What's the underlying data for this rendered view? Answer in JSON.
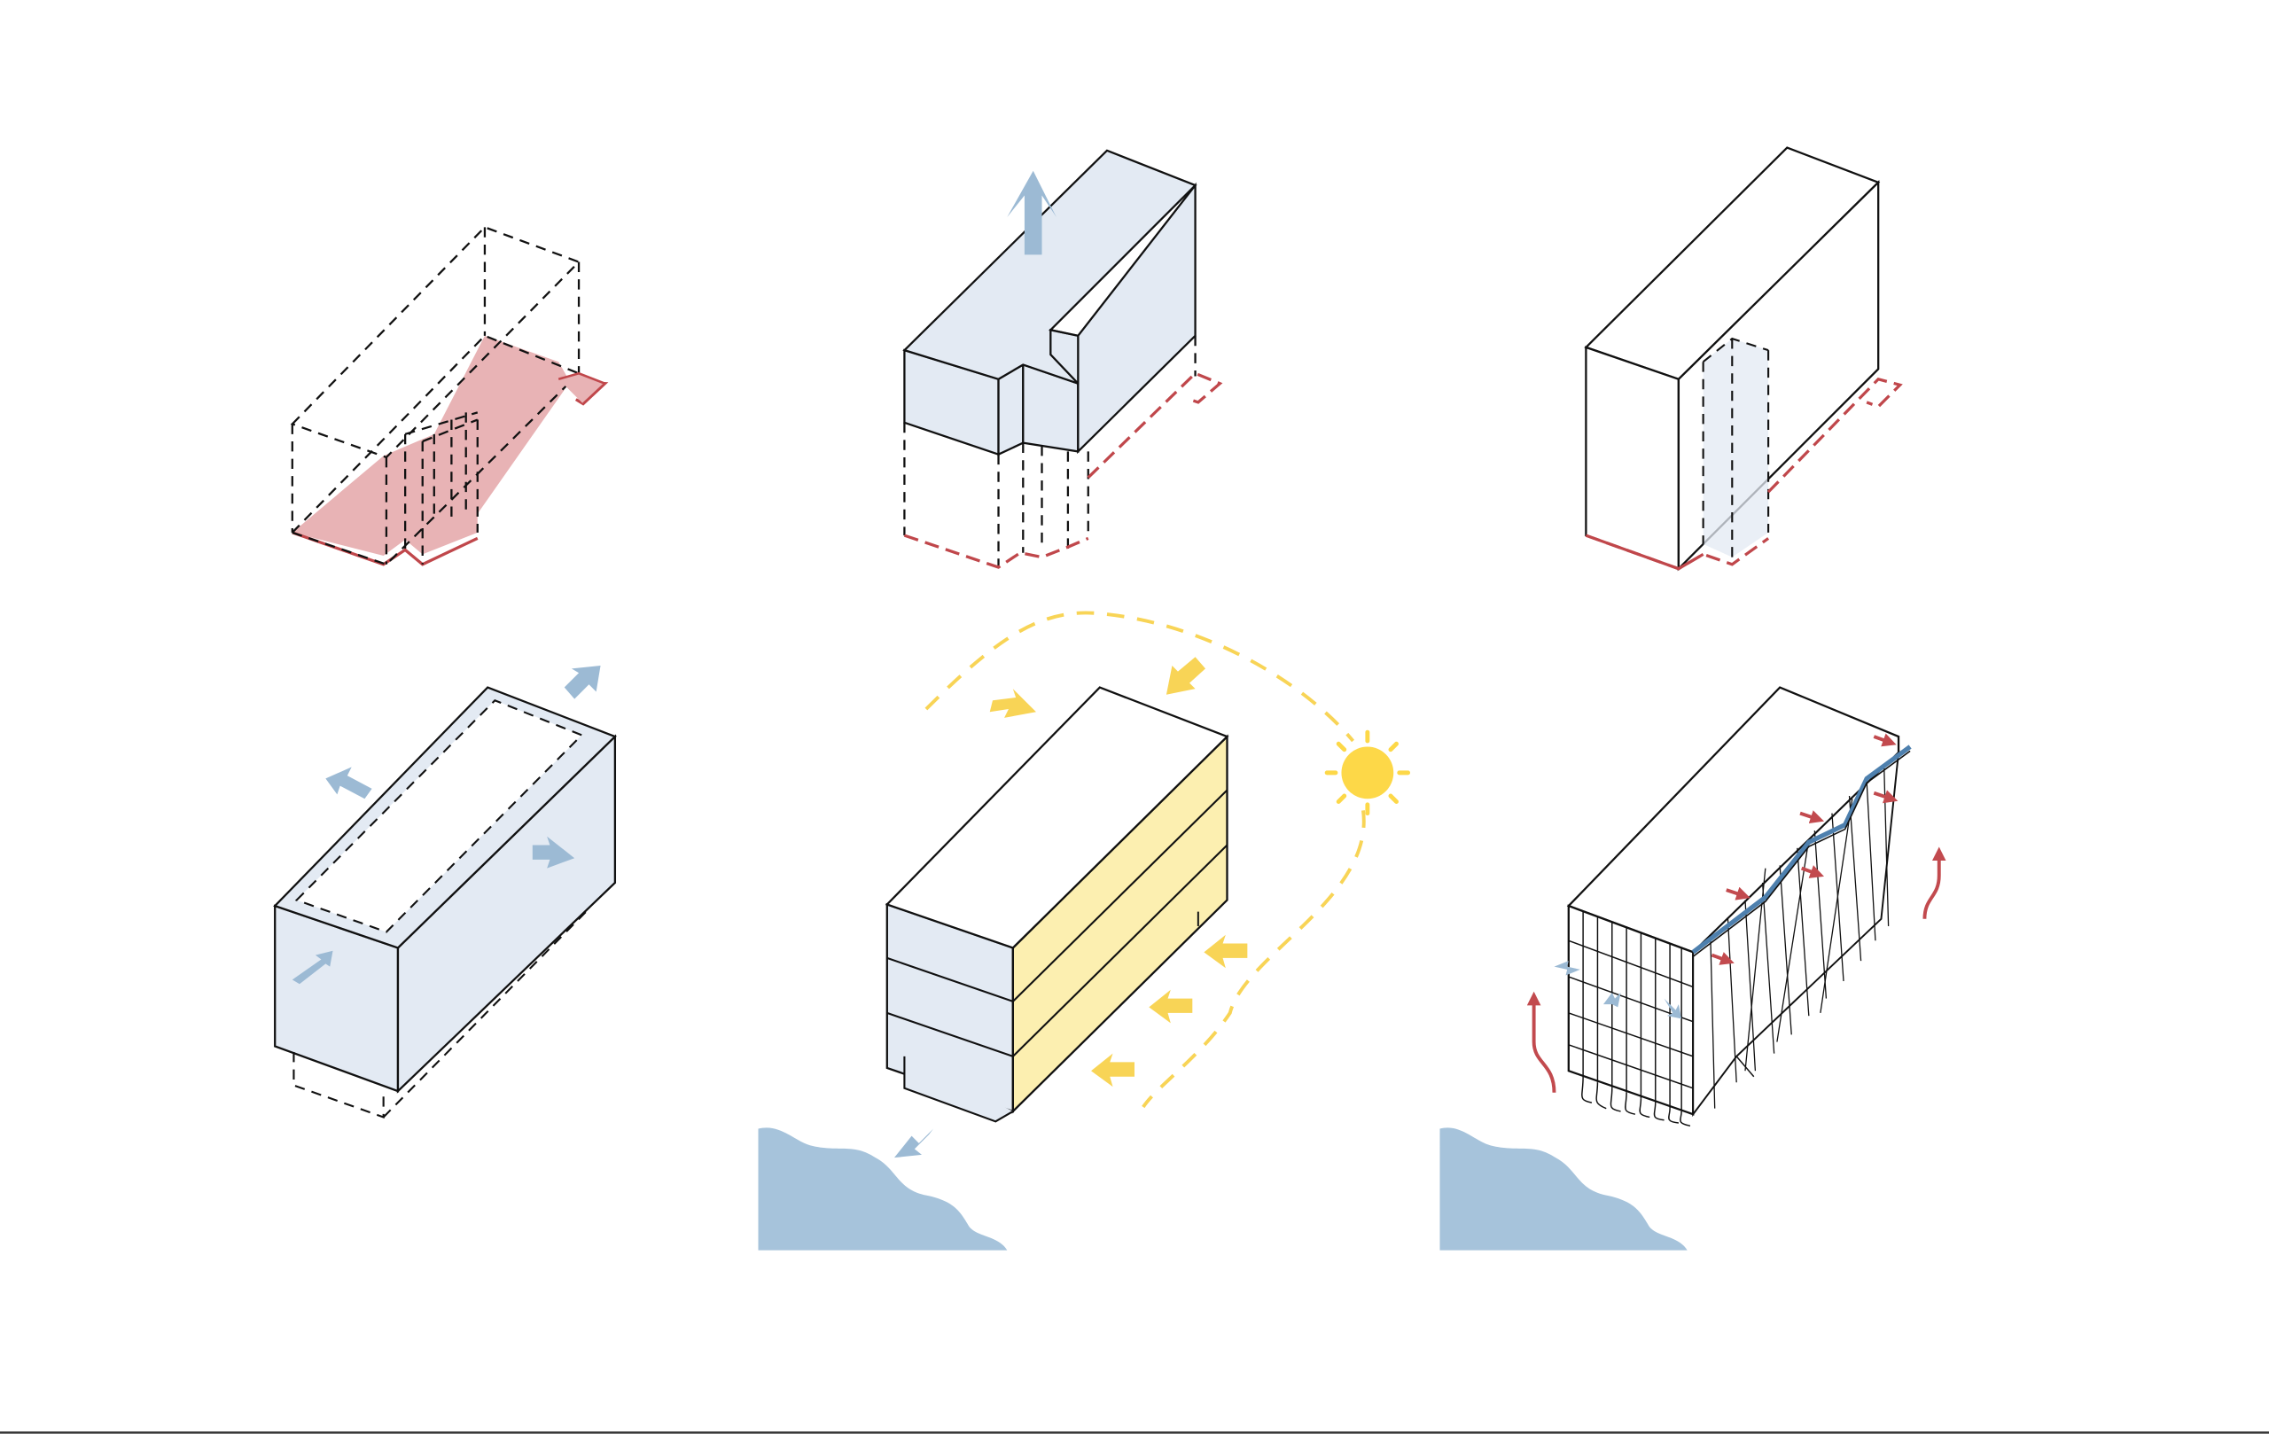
{
  "diagram": {
    "description_text": "",
    "panels": [
      {
        "id": "site-footprint",
        "order": 1
      },
      {
        "id": "vertical-extrusion",
        "order": 2
      },
      {
        "id": "core-insertion",
        "order": 3
      },
      {
        "id": "outward-expansion",
        "order": 4
      },
      {
        "id": "solar-orientation",
        "order": 5
      },
      {
        "id": "facade-ventilation",
        "order": 6
      }
    ]
  },
  "palette": {
    "outline": "#111111",
    "site": "#E8B3B5",
    "site_line": "#C0474B",
    "volume": "#E3EAF3",
    "arrow_blue": "#9CBAD4",
    "water": "#A6C3DB",
    "sun": "#FDD848",
    "sun_path": "#F8D456",
    "solar_face": "#FCEFB0",
    "arrow_red": "#C24A4E",
    "roof_edge": "#4E80AE"
  },
  "icons": [
    "arrow-up-icon",
    "arrow-outward-icon",
    "sun-icon",
    "sun-path-icon",
    "airflow-arrow-icon",
    "water-wave-icon"
  ]
}
